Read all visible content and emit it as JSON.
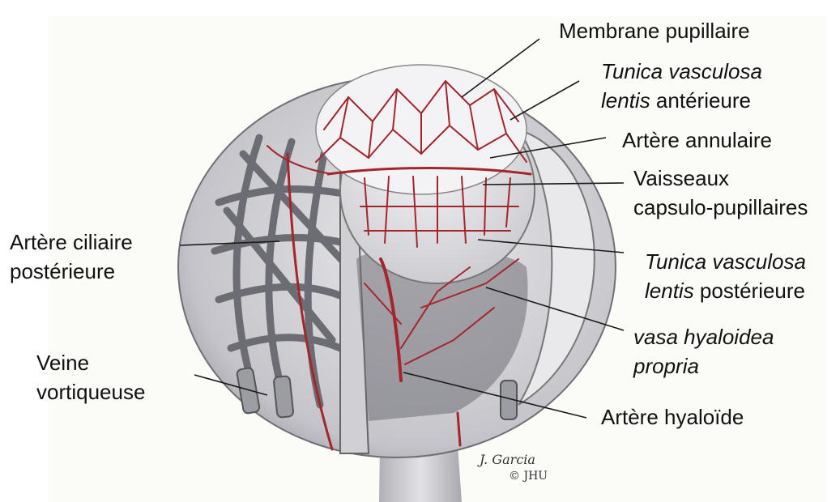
{
  "labels": {
    "membrane_pupillaire": "Membrane pupillaire",
    "tvl_anterieure_line1": "Tunica vasculosa",
    "tvl_anterieure_line2_italic": "lentis",
    "tvl_anterieure_line2_rest": " antérieure",
    "artere_annulaire": "Artère annulaire",
    "vaisseaux_line1": "Vaisseaux",
    "vaisseaux_line2": "capsulo-pupillaires",
    "tvl_posterieure_line1": "Tunica vasculosa",
    "tvl_posterieure_line2_italic": "lentis",
    "tvl_posterieure_line2_rest": " postérieure",
    "vasa_line1": "vasa hyaloidea",
    "vasa_line2": "propria",
    "artere_hyaloide": "Artère hyaloïde",
    "artere_ciliaire_line1": "Artère ciliaire",
    "artere_ciliaire_line2": "postérieure",
    "veine_line1": "Veine",
    "veine_line2": "vortiqueuse"
  },
  "signature": {
    "artist": "J. Garcia",
    "copyright": "© JHU"
  },
  "colors": {
    "vessel_red": "#a4262c",
    "sclera_light": "#d9d9dc",
    "choroid_gray": "#7f7f86",
    "leader_line": "#1a1a1a"
  }
}
